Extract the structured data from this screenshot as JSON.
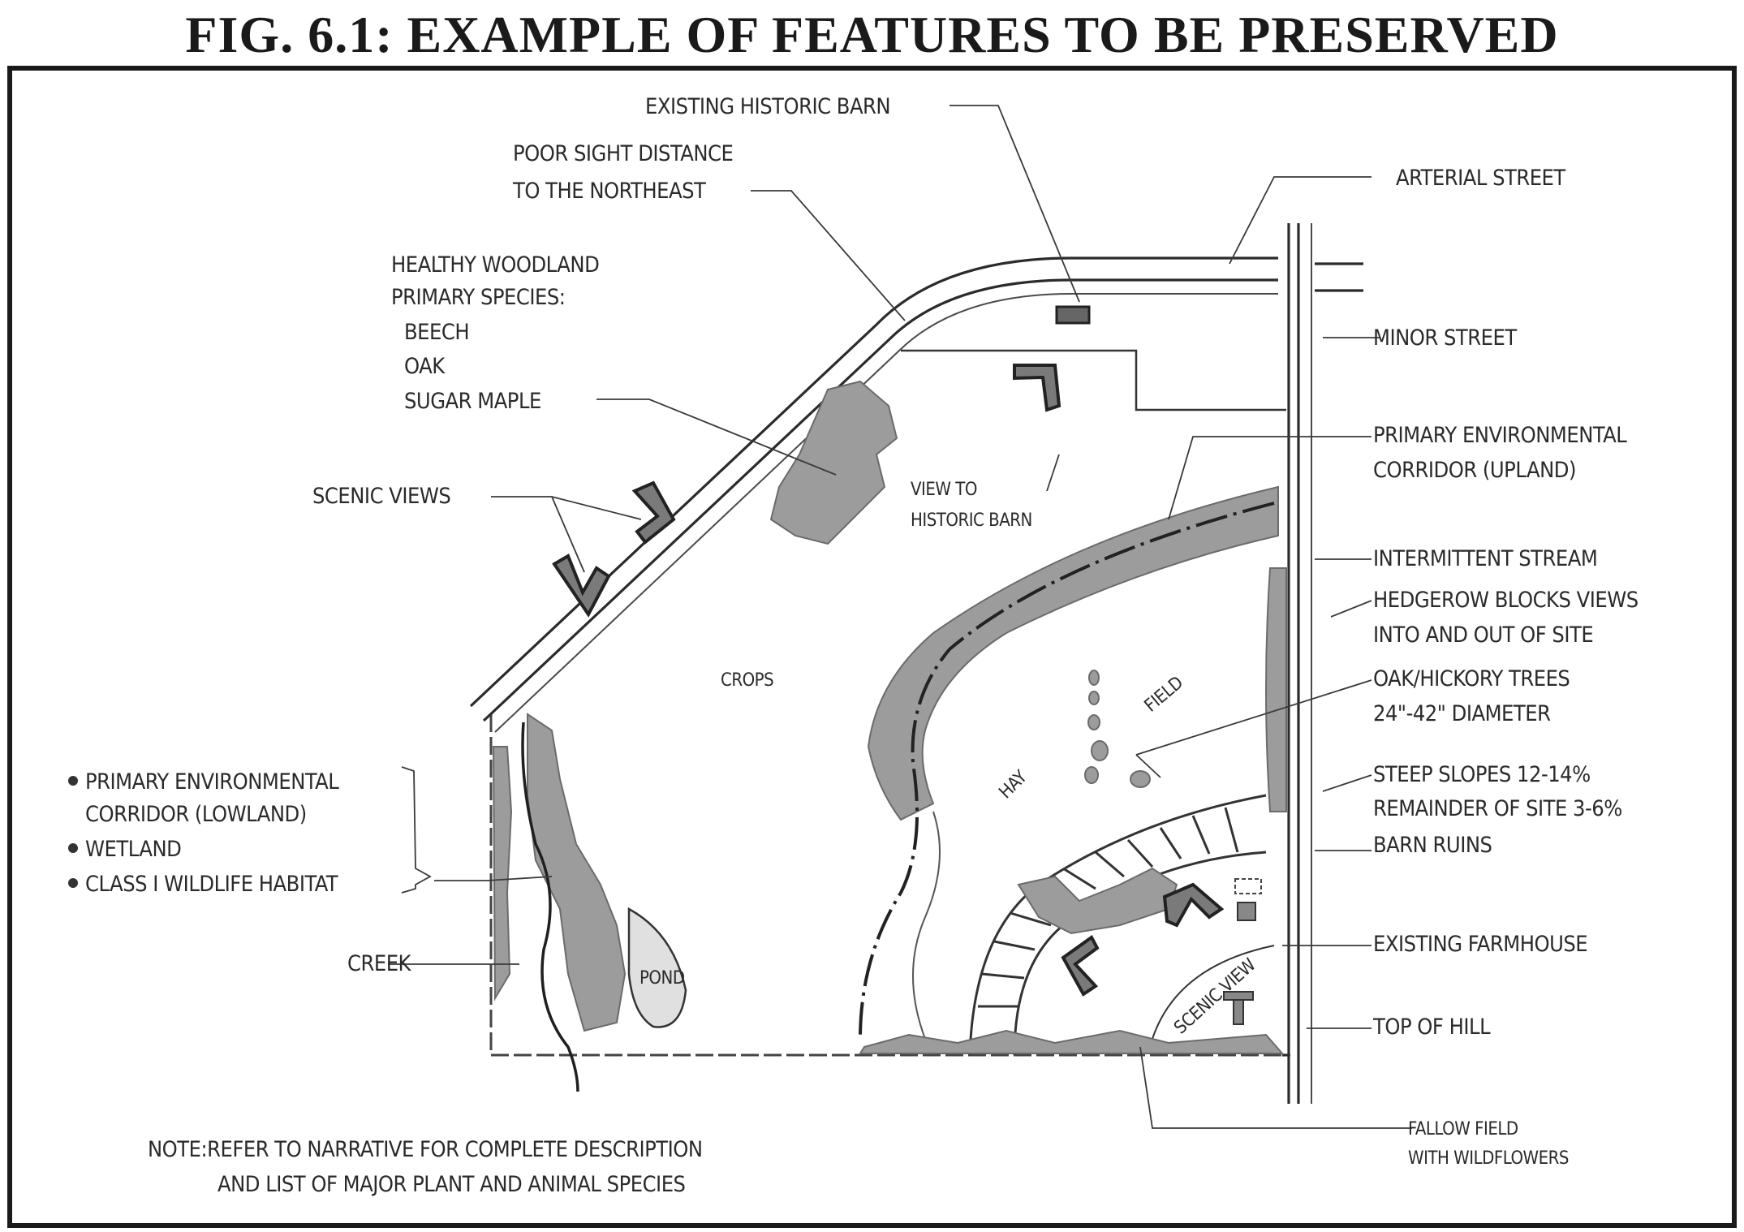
{
  "figure": {
    "title": "FIG. 6.1:  EXAMPLE OF FEATURES TO BE PRESERVED"
  },
  "callouts": {
    "existing_historic_barn": "EXISTING HISTORIC BARN",
    "poor_sight_distance": [
      "POOR SIGHT DISTANCE",
      "TO THE NORTHEAST"
    ],
    "arterial_street": "ARTERIAL STREET",
    "healthy_woodland": {
      "heading": [
        "HEALTHY WOODLAND",
        "PRIMARY SPECIES:"
      ],
      "species": [
        "BEECH",
        "OAK",
        "SUGAR MAPLE"
      ]
    },
    "minor_street": "MINOR STREET",
    "primary_corridor_upland": [
      "PRIMARY ENVIRONMENTAL",
      "CORRIDOR (UPLAND)"
    ],
    "scenic_views": "SCENIC VIEWS",
    "view_to_barn": [
      "VIEW TO",
      "HISTORIC BARN"
    ],
    "intermittent_stream": "INTERMITTENT STREAM",
    "hedgerow": [
      "HEDGEROW BLOCKS VIEWS",
      "INTO AND OUT OF SITE"
    ],
    "oak_hickory": [
      "OAK/HICKORY TREES",
      "24\"-42\" DIAMETER"
    ],
    "steep_slopes": [
      "STEEP SLOPES 12-14%",
      "REMAINDER OF SITE 3-6%"
    ],
    "barn_ruins": "BARN RUINS",
    "existing_farmhouse": "EXISTING FARMHOUSE",
    "top_of_hill": "TOP OF HILL",
    "fallow_field": [
      "FALLOW FIELD",
      "WITH WILDFLOWERS"
    ],
    "creek": "CREEK",
    "lowland_group": [
      "PRIMARY ENVIRONMENTAL",
      "CORRIDOR (LOWLAND)",
      "WETLAND",
      "CLASS I WILDLIFE HABITAT"
    ]
  },
  "map_labels": {
    "crops": "CROPS",
    "hay": "HAY",
    "field": "FIELD",
    "pond": "POND",
    "scenic_view": "SCENIC VIEW",
    "top_of_hill_symbol": "T"
  },
  "note": [
    "NOTE:REFER TO NARRATIVE FOR COMPLETE DESCRIPTION",
    "AND LIST OF MAJOR PLANT AND ANIMAL SPECIES"
  ]
}
